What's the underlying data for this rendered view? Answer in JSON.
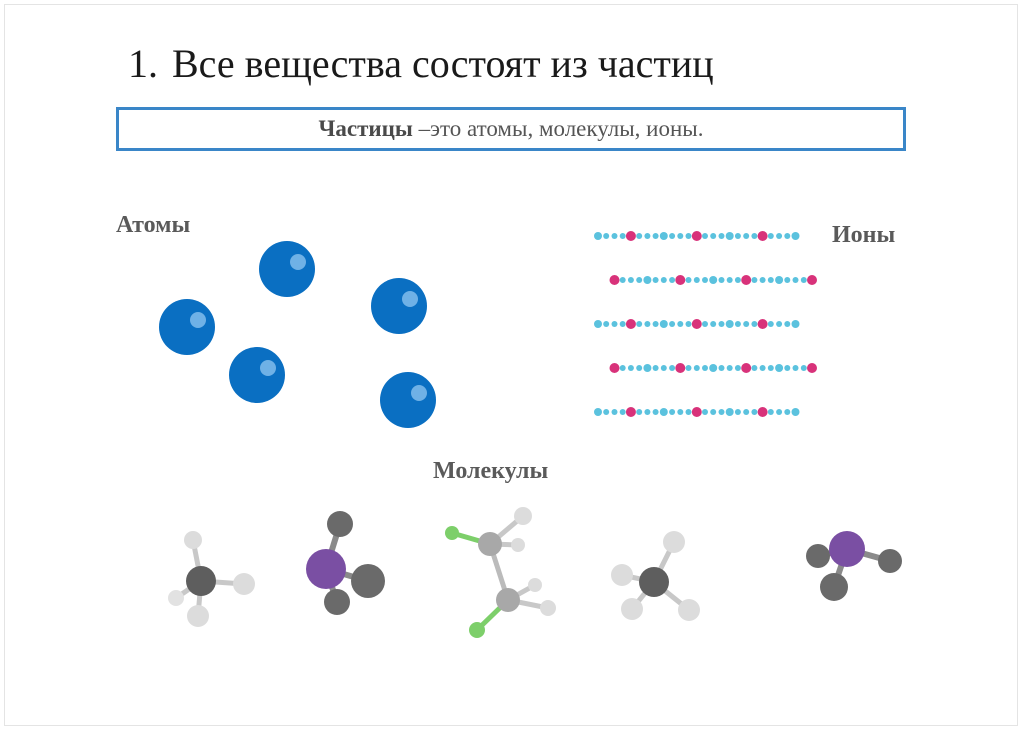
{
  "title": {
    "number": "1.",
    "text": "Все вещества состоят из частиц"
  },
  "definition": {
    "term": "Частицы",
    "rest": " –это атомы, молекулы, ионы."
  },
  "labels": {
    "atoms": "Атомы",
    "ions": "Ионы",
    "molecules": "Молекулы"
  },
  "colors": {
    "atom": "#0a6fc2",
    "atom_highlight": "#6fb1e6",
    "ion_cation": "#d8327a",
    "ion_anion": "#5bc2de",
    "carbon": "#5e5e5e",
    "hydrogen": "#d2d2d2",
    "phosphorus": "#7a4fa3",
    "chlorine": "#7dcf6a",
    "box_border": "#3a86c8"
  }
}
